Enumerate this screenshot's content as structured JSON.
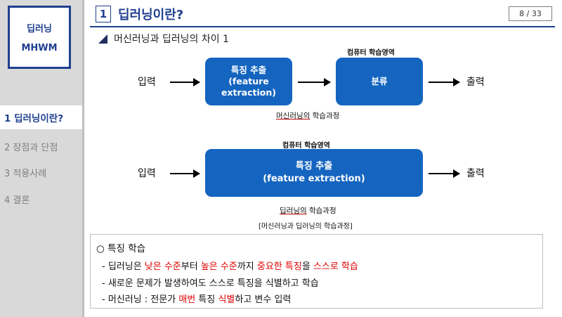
{
  "sidebar": {
    "logo_line1": "딥러닝",
    "logo_line2": "MHWM",
    "items": [
      {
        "label": "1 딥러닝이란?"
      },
      {
        "label": "2 장점과 단점"
      },
      {
        "label": "3 적용사례"
      },
      {
        "label": "4 결론"
      }
    ]
  },
  "header": {
    "number": "1",
    "title": "딥러닝이란?",
    "page_counter": "8 / 33"
  },
  "subtitle": "머신러닝과 딥러닝의 차이 1",
  "diagram1": {
    "input": "입력",
    "box1_line1": "특징 추출",
    "box1_line2": "(feature",
    "box1_line3": "extraction)",
    "box2_head": "컴퓨터 학습영역",
    "box2": "분류",
    "output": "출력",
    "caption_ul": "머신러닝의",
    "caption_rest": " 학습과정"
  },
  "diagram2": {
    "head": "컴퓨터 학습영역",
    "input": "입력",
    "box_line1": "특징 추출",
    "box_line2": "(feature extraction)",
    "output": "출력",
    "caption_ul": "딥러닝의",
    "caption_rest": " 학습과정",
    "note": "[머신러닝과 딥러닝의 학습과정]"
  },
  "panel": {
    "head": "○ 특징 학습",
    "line1": {
      "p1": "- 딥러닝은 ",
      "r1": "낮은 수준",
      "p2": "부터 ",
      "r2": "높은 수준",
      "p3": "까지 ",
      "r3": "중요한 특징",
      "p4": "을 ",
      "r4": "스스로 학습"
    },
    "line2": "- 새로운 문제가 발생하여도 스스로 특징을 식별하고 학습",
    "line3": {
      "p1": "- 머신러닝 : 전문가 ",
      "r1": "매번",
      "p2": " 특징 ",
      "r2": "식별",
      "p3": "하고 변수 입력"
    }
  },
  "colors": {
    "brand_navy": "#1f3f8f",
    "box_blue": "#1565c0",
    "sidebar_gray": "#d9d9d9",
    "highlight_red": "#e00000"
  }
}
